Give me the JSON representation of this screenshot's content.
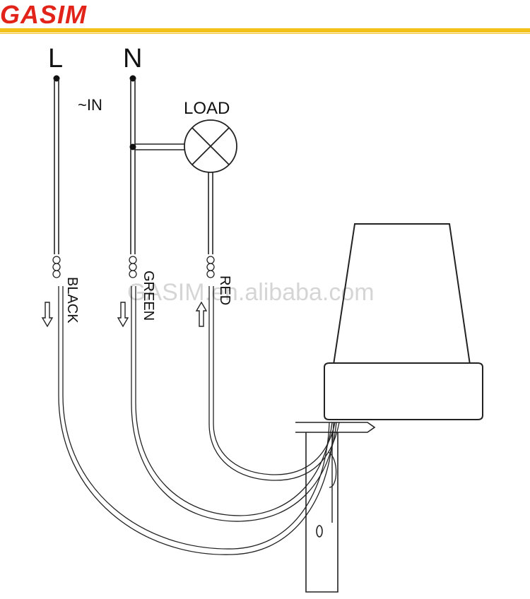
{
  "brand": {
    "logo": "GASIM",
    "watermark": "GASIM.en.alibaba.com",
    "accent_red": "#e2231a",
    "accent_yellow": "#f2c21b"
  },
  "diagram": {
    "line_label": "L",
    "neutral_label": "N",
    "input_label": "~IN",
    "load_label": "LOAD",
    "wires": [
      {
        "label": "BLACK",
        "direction": "down"
      },
      {
        "label": "GREEN",
        "direction": "down"
      },
      {
        "label": "RED",
        "direction": "up"
      }
    ]
  }
}
